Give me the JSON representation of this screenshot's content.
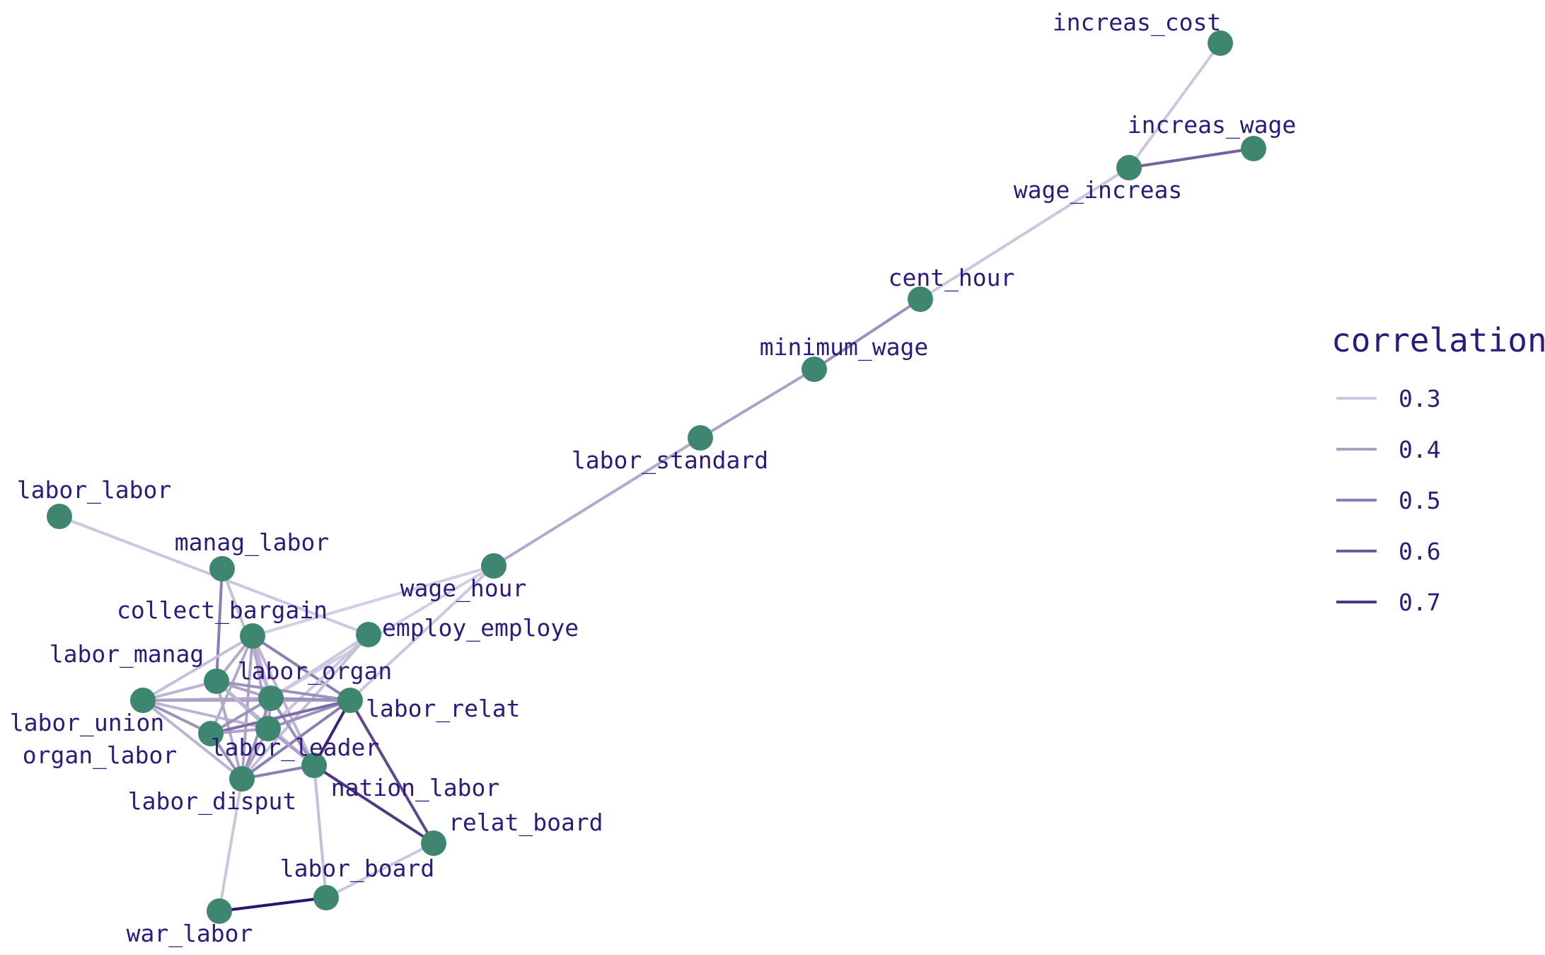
{
  "graph": {
    "label_color": "#2d1a7a",
    "node_color": "#3f8671",
    "nodes": [
      {
        "id": "increas_cost",
        "label": "increas_cost"
      },
      {
        "id": "increas_wage",
        "label": "increas_wage"
      },
      {
        "id": "wage_increas",
        "label": "wage_increas"
      },
      {
        "id": "cent_hour",
        "label": "cent_hour"
      },
      {
        "id": "minimum_wage",
        "label": "minimum_wage"
      },
      {
        "id": "labor_standard",
        "label": "labor_standard"
      },
      {
        "id": "labor_labor",
        "label": "labor_labor"
      },
      {
        "id": "manag_labor",
        "label": "manag_labor"
      },
      {
        "id": "wage_hour",
        "label": "wage_hour"
      },
      {
        "id": "collect_bargain",
        "label": "collect_bargain"
      },
      {
        "id": "employ_employe",
        "label": "employ_employe"
      },
      {
        "id": "labor_manag",
        "label": "labor_manag"
      },
      {
        "id": "labor_organ",
        "label": "labor_organ"
      },
      {
        "id": "labor_relat",
        "label": "labor_relat"
      },
      {
        "id": "labor_union",
        "label": "labor_union"
      },
      {
        "id": "labor_leader",
        "label": "labor_leader"
      },
      {
        "id": "organ_labor",
        "label": "organ_labor"
      },
      {
        "id": "nation_labor",
        "label": "nation_labor"
      },
      {
        "id": "labor_disput",
        "label": "labor_disput"
      },
      {
        "id": "relat_board",
        "label": "relat_board"
      },
      {
        "id": "labor_board",
        "label": "labor_board"
      },
      {
        "id": "war_labor",
        "label": "war_labor"
      }
    ],
    "edges": [
      {
        "source": "increas_cost",
        "target": "wage_increas",
        "correlation": 0.3
      },
      {
        "source": "wage_increas",
        "target": "increas_wage",
        "correlation": 0.58
      },
      {
        "source": "wage_increas",
        "target": "cent_hour",
        "correlation": 0.3
      },
      {
        "source": "cent_hour",
        "target": "minimum_wage",
        "correlation": 0.45
      },
      {
        "source": "minimum_wage",
        "target": "labor_standard",
        "correlation": 0.4
      },
      {
        "source": "labor_standard",
        "target": "wage_hour",
        "correlation": 0.38
      },
      {
        "source": "wage_hour",
        "target": "collect_bargain",
        "correlation": 0.28
      },
      {
        "source": "wage_hour",
        "target": "labor_organ",
        "correlation": 0.28
      },
      {
        "source": "wage_hour",
        "target": "labor_relat",
        "correlation": 0.3
      },
      {
        "source": "labor_labor",
        "target": "employ_employe",
        "correlation": 0.3
      },
      {
        "source": "manag_labor",
        "target": "labor_manag",
        "correlation": 0.5
      },
      {
        "source": "manag_labor",
        "target": "labor_organ",
        "correlation": 0.32
      },
      {
        "source": "collect_bargain",
        "target": "labor_union",
        "correlation": 0.32
      },
      {
        "source": "collect_bargain",
        "target": "labor_manag",
        "correlation": 0.38
      },
      {
        "source": "collect_bargain",
        "target": "labor_organ",
        "correlation": 0.35
      },
      {
        "source": "collect_bargain",
        "target": "labor_relat",
        "correlation": 0.5
      },
      {
        "source": "collect_bargain",
        "target": "labor_leader",
        "correlation": 0.38
      },
      {
        "source": "collect_bargain",
        "target": "organ_labor",
        "correlation": 0.38
      },
      {
        "source": "collect_bargain",
        "target": "labor_disput",
        "correlation": 0.4
      },
      {
        "source": "collect_bargain",
        "target": "nation_labor",
        "correlation": 0.35
      },
      {
        "source": "employ_employe",
        "target": "labor_organ",
        "correlation": 0.3
      },
      {
        "source": "employ_employe",
        "target": "labor_leader",
        "correlation": 0.3
      },
      {
        "source": "employ_employe",
        "target": "labor_disput",
        "correlation": 0.32
      },
      {
        "source": "labor_union",
        "target": "labor_manag",
        "correlation": 0.35
      },
      {
        "source": "labor_union",
        "target": "labor_organ",
        "correlation": 0.38
      },
      {
        "source": "labor_union",
        "target": "labor_relat",
        "correlation": 0.4
      },
      {
        "source": "labor_union",
        "target": "labor_leader",
        "correlation": 0.35
      },
      {
        "source": "labor_union",
        "target": "organ_labor",
        "correlation": 0.45
      },
      {
        "source": "labor_union",
        "target": "labor_disput",
        "correlation": 0.35
      },
      {
        "source": "labor_manag",
        "target": "labor_organ",
        "correlation": 0.4
      },
      {
        "source": "labor_manag",
        "target": "labor_relat",
        "correlation": 0.45
      },
      {
        "source": "labor_manag",
        "target": "labor_leader",
        "correlation": 0.35
      },
      {
        "source": "labor_manag",
        "target": "labor_disput",
        "correlation": 0.38
      },
      {
        "source": "labor_manag",
        "target": "nation_labor",
        "correlation": 0.35
      },
      {
        "source": "labor_organ",
        "target": "labor_relat",
        "correlation": 0.45
      },
      {
        "source": "labor_organ",
        "target": "labor_leader",
        "correlation": 0.4
      },
      {
        "source": "labor_organ",
        "target": "organ_labor",
        "correlation": 0.45
      },
      {
        "source": "labor_organ",
        "target": "labor_disput",
        "correlation": 0.45
      },
      {
        "source": "labor_organ",
        "target": "nation_labor",
        "correlation": 0.45
      },
      {
        "source": "labor_relat",
        "target": "labor_leader",
        "correlation": 0.45
      },
      {
        "source": "labor_relat",
        "target": "organ_labor",
        "correlation": 0.55
      },
      {
        "source": "labor_relat",
        "target": "labor_disput",
        "correlation": 0.5
      },
      {
        "source": "labor_relat",
        "target": "nation_labor",
        "correlation": 0.75
      },
      {
        "source": "labor_relat",
        "target": "relat_board",
        "correlation": 0.65
      },
      {
        "source": "labor_leader",
        "target": "organ_labor",
        "correlation": 0.4
      },
      {
        "source": "labor_leader",
        "target": "labor_disput",
        "correlation": 0.4
      },
      {
        "source": "labor_leader",
        "target": "nation_labor",
        "correlation": 0.4
      },
      {
        "source": "organ_labor",
        "target": "labor_disput",
        "correlation": 0.45
      },
      {
        "source": "labor_disput",
        "target": "nation_labor",
        "correlation": 0.5
      },
      {
        "source": "labor_disput",
        "target": "war_labor",
        "correlation": 0.3
      },
      {
        "source": "nation_labor",
        "target": "relat_board",
        "correlation": 0.7
      },
      {
        "source": "nation_labor",
        "target": "labor_board",
        "correlation": 0.32
      },
      {
        "source": "relat_board",
        "target": "labor_board",
        "correlation": 0.3
      },
      {
        "source": "labor_board",
        "target": "war_labor",
        "correlation": 0.8
      }
    ]
  },
  "legend": {
    "title": "correlation",
    "items": [
      {
        "label": "0.3",
        "correlation": 0.3
      },
      {
        "label": "0.4",
        "correlation": 0.4
      },
      {
        "label": "0.5",
        "correlation": 0.5
      },
      {
        "label": "0.6",
        "correlation": 0.6
      },
      {
        "label": "0.7",
        "correlation": 0.7
      }
    ]
  }
}
